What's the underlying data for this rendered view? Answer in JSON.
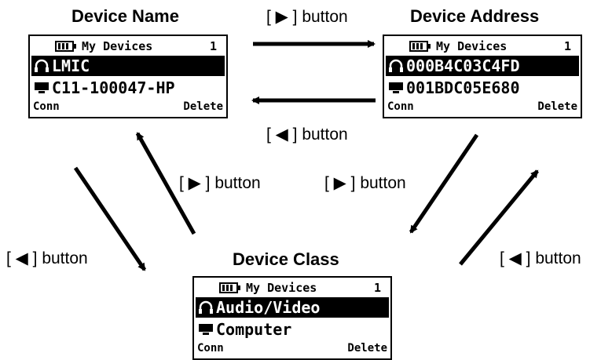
{
  "titles": {
    "device_name": "Device Name",
    "device_address": "Device Address",
    "device_class": "Device Class"
  },
  "captions": {
    "right_top": "[ ▶ ] button",
    "left_middle": "[ ◀ ] button",
    "right_from_class": "[ ▶ ] button",
    "right_to_class": "[ ▶ ] button",
    "left_to_class": "[ ◀ ] button",
    "left_from_class": "[ ◀ ] button"
  },
  "screens": {
    "name": {
      "header": "My Devices",
      "count": "1",
      "selected": "LMIC",
      "item": "C11-100047-HP",
      "soft_left": "Conn",
      "soft_right": "Delete"
    },
    "address": {
      "header": "My Devices",
      "count": "1",
      "selected": "000B4C03C4FD",
      "item": "001BDC05E680",
      "soft_left": "Conn",
      "soft_right": "Delete"
    },
    "class": {
      "header": "My Devices",
      "count": "1",
      "selected": "Audio/Video",
      "item": "Computer",
      "soft_left": "Conn",
      "soft_right": "Delete"
    }
  },
  "icons": {
    "selected_row": "headphones-icon",
    "item_row": "computer-icon",
    "header": "battery-icon"
  },
  "colors": {
    "foreground": "#000000",
    "background": "#ffffff"
  }
}
